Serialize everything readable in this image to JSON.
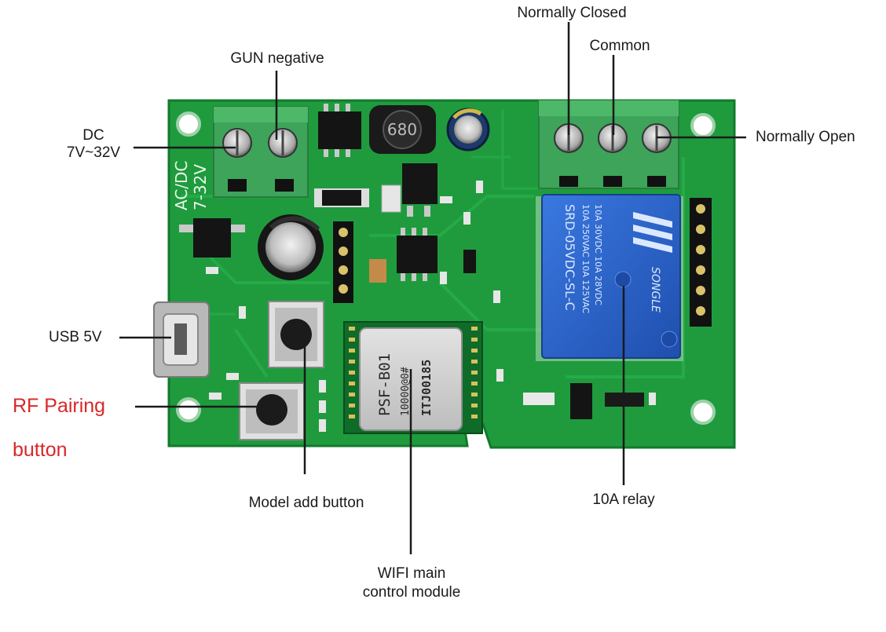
{
  "labels": {
    "normally_closed": "Normally Closed",
    "common": "Common",
    "gun_negative": "GUN negative",
    "dc_line1": "DC",
    "dc_line2": "7V~32V",
    "normally_open": "Normally Open",
    "usb": "USB 5V",
    "rf_pairing_line1": "RF Pairing",
    "rf_pairing_line2": "button",
    "model_add": "Model add button",
    "wifi_line1": "WIFI main",
    "wifi_line2": "control module",
    "relay": "10A relay"
  },
  "board_print": {
    "silk_left_1": "AC/DC",
    "silk_left_2": "7-32V",
    "inductor": "680",
    "relay_brand": "SONGLE",
    "relay_model": "SRD-05VDC-SL-C",
    "relay_rating_1": "10A 250VAC 10A 125VAC",
    "relay_rating_2": "10A 30VDC 10A 28VDC",
    "module_name": "PSF-B01",
    "module_code": "10000@0#",
    "module_serial": "ITJ00185"
  },
  "colors": {
    "pcb": "#1f9b3e",
    "pcb_dark": "#137a2c",
    "terminal": "#3da45a",
    "relay": "#2a63c9",
    "rf_label": "#d8282a"
  }
}
